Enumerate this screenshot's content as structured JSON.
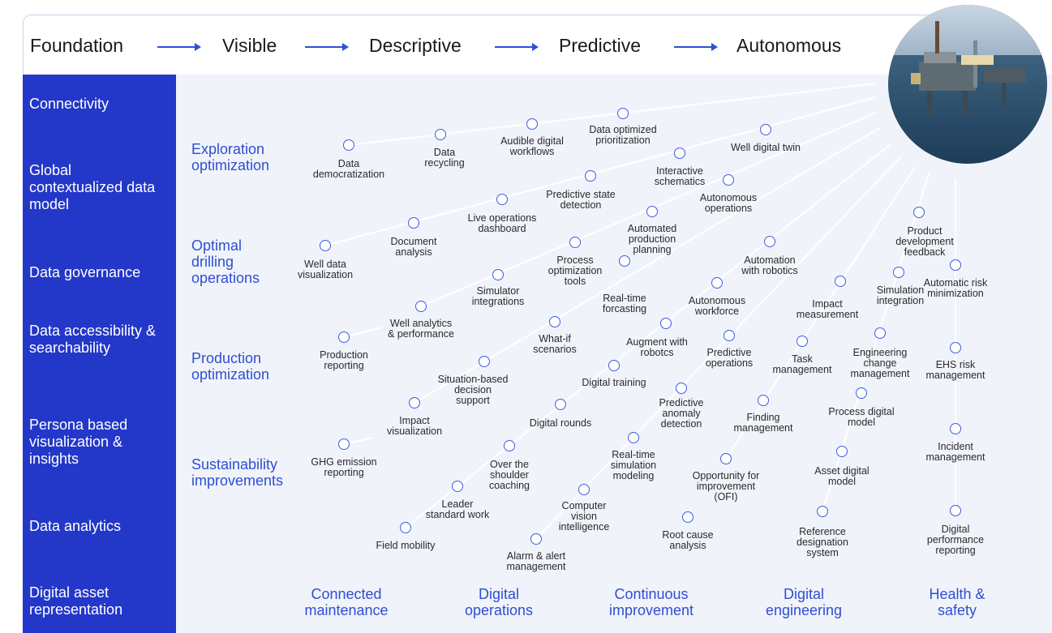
{
  "stages": [
    "Foundation",
    "Visible",
    "Descriptive",
    "Predictive",
    "Autonomous"
  ],
  "sidebar": [
    "Connectivity",
    "Global contextualized data model",
    "Data governance",
    "Data accessibility & searchability",
    "Persona based visualization & insights",
    "Data analytics",
    "Digital asset representation"
  ],
  "categories": [
    "Exploration optimization",
    "Optimal drilling operations",
    "Production optimization",
    "Sustainability improvements"
  ],
  "bottom": [
    "Connected maintenance",
    "Digital operations",
    "Continuous improvement",
    "Digital engineering",
    "Health & safety"
  ],
  "nodes": [
    "Data democratization",
    "Data recycling",
    "Audible digital workflows",
    "Data optimized prioritization",
    "Well digital twin",
    "Interactive schematics",
    "Predictive state detection",
    "Autonomous operations",
    "Live operations dashboard",
    "Document analysis",
    "Automated production planning",
    "Well data visualization",
    "Process optimization tools",
    "Automation with robotics",
    "Product development feedback",
    "Simulator integrations",
    "Real-time forcasting",
    "Autonomous workforce",
    "Simulation integration",
    "Automatic risk minimization",
    "Impact measurement",
    "Well analytics & performance",
    "Production reporting",
    "What-if scenarios",
    "Augment with robotcs",
    "Predictive operations",
    "Task management",
    "Engineering change management",
    "EHS risk management",
    "Situation-based decision support",
    "Digital training",
    "Impact visualization",
    "Digital rounds",
    "Predictive anomaly detection",
    "Finding management",
    "Process digital model",
    "GHG emission reporting",
    "Over the shoulder coaching",
    "Real-time simulation modeling",
    "Incident management",
    "Opportunity for improvement (OFI)",
    "Asset digital model",
    "Leader standard work",
    "Computer vision intelligence",
    "Root cause analysis",
    "Reference designation system",
    "Digital performance reporting",
    "Field mobility",
    "Alarm & alert management"
  ]
}
